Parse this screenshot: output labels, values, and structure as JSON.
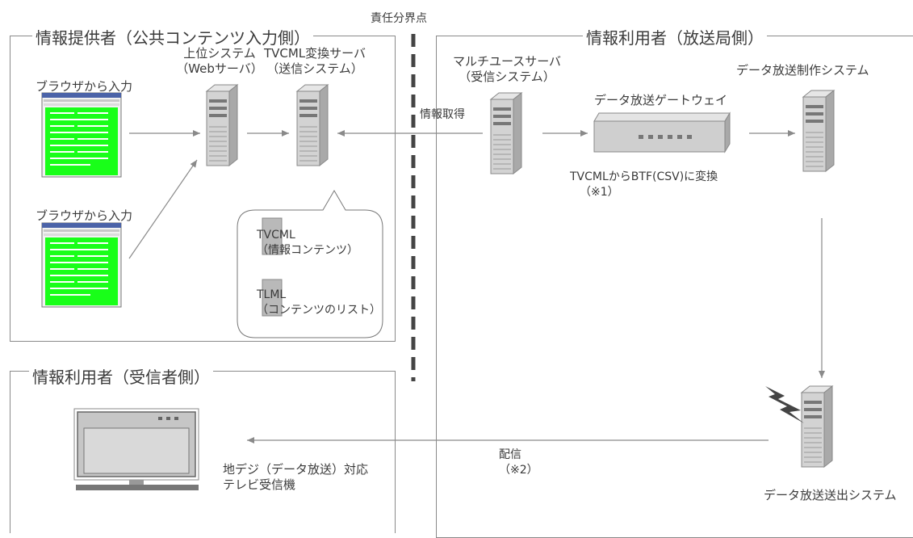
{
  "diagram": {
    "boundary_label": "責任分界点",
    "sections": {
      "provider": "情報提供者（公共コンテンツ入力側）",
      "broadcaster": "情報利用者（放送局側）",
      "receiver": "情報利用者（受信者側）"
    },
    "nodes": {
      "browser_input_1": "ブラウザから入力",
      "browser_input_2": "ブラウザから入力",
      "upper_system": [
        "上位システム",
        "（Webサーバ）"
      ],
      "tvcml_server": [
        "TVCML変換サーバ",
        "（送信システム）"
      ],
      "multiuse_server": [
        "マルチユースサーバ",
        "（受信システム）"
      ],
      "gateway": "データ放送ゲートウェイ",
      "production_system": "データ放送制作システム",
      "transmission_system": "データ放送送出システム",
      "tv_receiver": [
        "地デジ（データ放送）対応",
        "テレビ受信機"
      ]
    },
    "callout": {
      "tvcml": [
        "TVCML",
        "（情報コンテンツ）"
      ],
      "tlml": [
        "TLML",
        "（コンテンツのリスト）"
      ]
    },
    "edge_labels": {
      "acquire": "情報取得",
      "convert": [
        "TVCMLからBTF(CSV)に変換",
        "（※1）"
      ],
      "deliver": [
        "配信",
        "（※2）"
      ]
    }
  },
  "colors": {
    "server_fill": "#d3d3d3",
    "server_dark": "#777777",
    "screen_green": "#19ff19",
    "frame_stroke": "#8a8a8a",
    "arrow": "#8a8a8a"
  }
}
